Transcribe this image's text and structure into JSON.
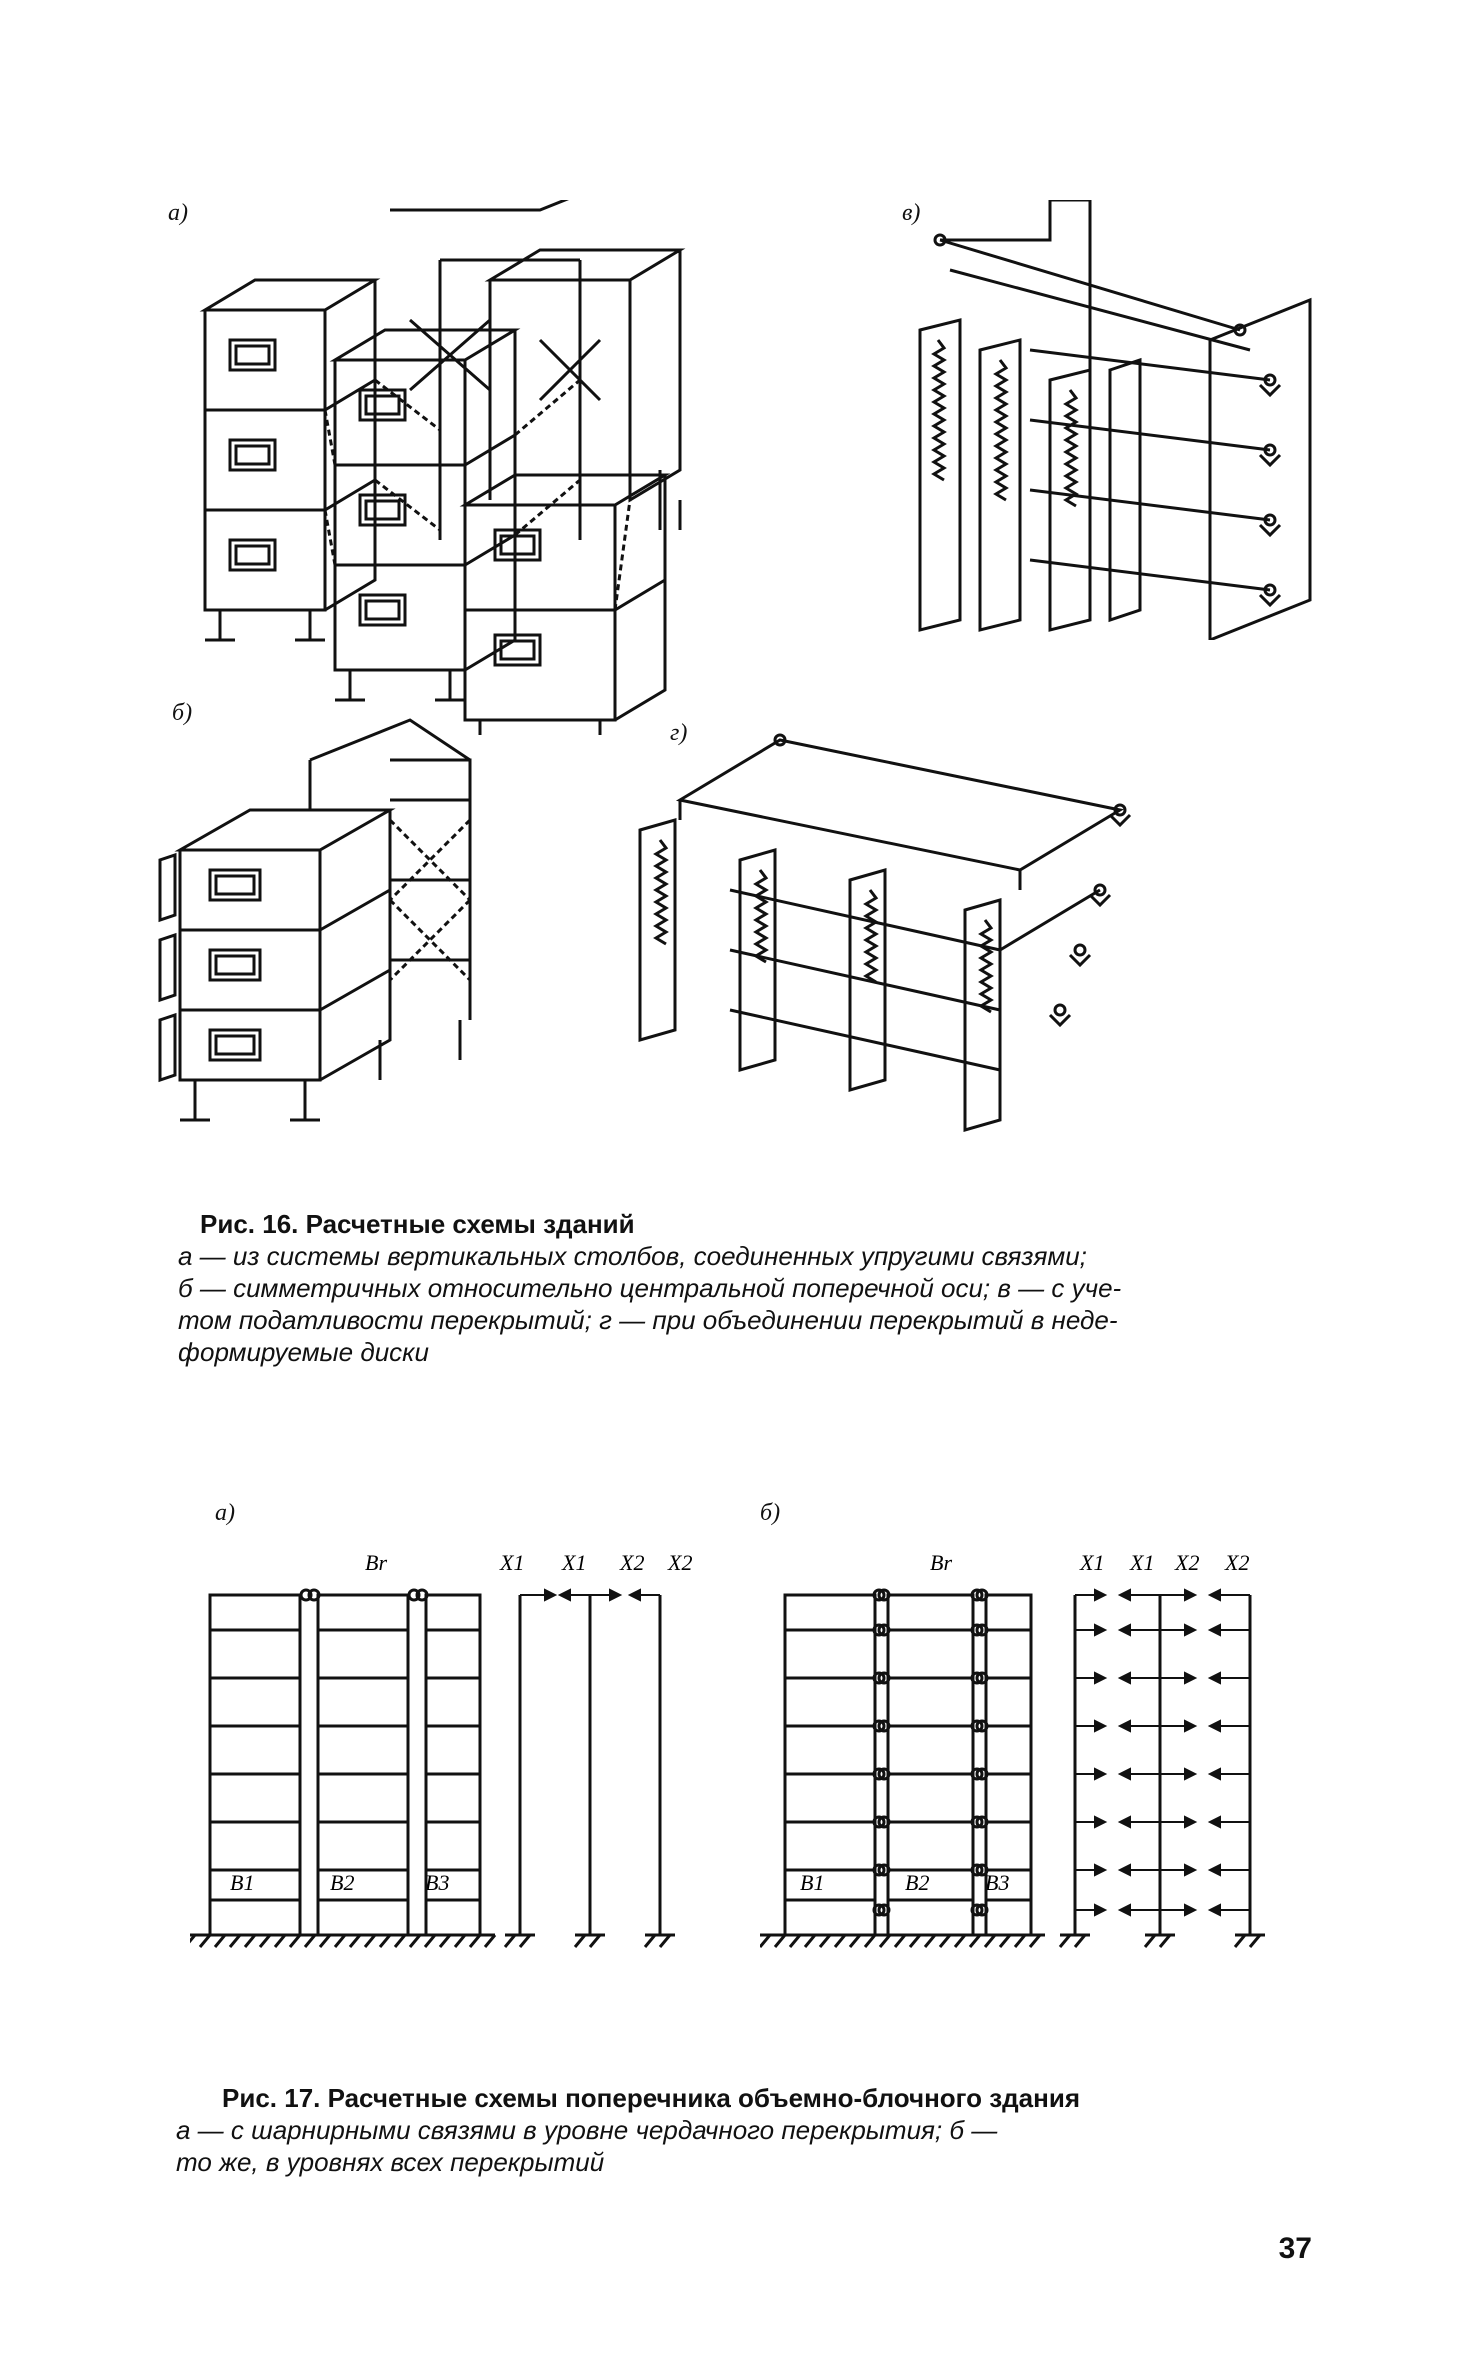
{
  "fig16": {
    "labels": {
      "a": "а)",
      "b": "б)",
      "v": "в)",
      "g": "г)"
    },
    "caption_title": "Рис. 16. Расчетные схемы зданий",
    "caption_lines": [
      "а — из системы вертикальных столбов, соединенных упругими связями;",
      "б — симметричных относительно центральной поперечной оси; в — с уче-",
      "том податливости перекрытий; г — при объединении перекрытий в неде-",
      "формируемые диски"
    ]
  },
  "fig17": {
    "labels": {
      "a": "а)",
      "b": "б)"
    },
    "symbols": {
      "br": "Вr",
      "b1": "В1",
      "b2": "В2",
      "b3": "В3",
      "x1": "X1",
      "x2": "X2"
    },
    "caption_title": "Рис. 17. Расчетные схемы поперечника объемно-блочного здания",
    "caption_lines": [
      "а — с шарнирными связями в уровне чердачного перекрытия; б —",
      "то же, в уровнях всех перекрытий"
    ]
  },
  "page_number": "37"
}
